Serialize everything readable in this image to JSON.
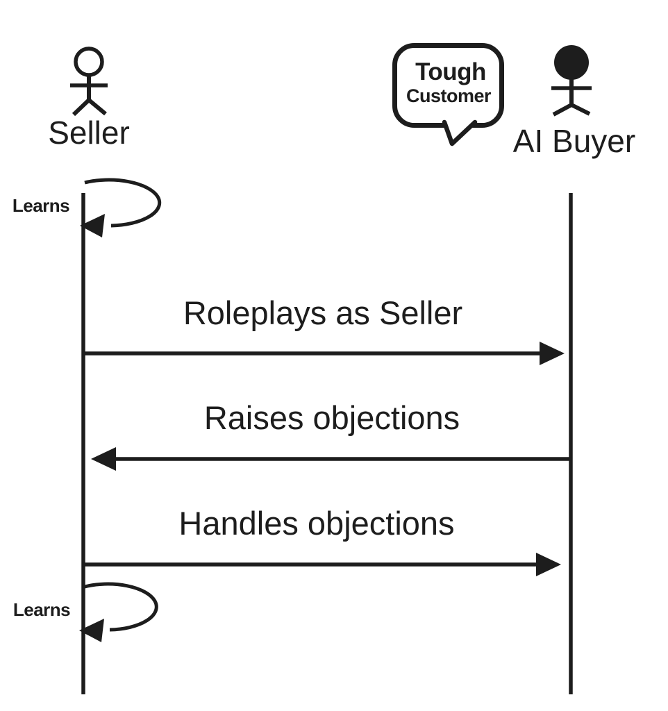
{
  "colors": {
    "ink": "#1d1d1d",
    "background": "#ffffff"
  },
  "sequence": {
    "actors": [
      {
        "id": "seller",
        "label": "Seller",
        "head_style": "outline"
      },
      {
        "id": "ai-buyer",
        "label": "AI Buyer",
        "head_style": "filled",
        "annotation_bubble": {
          "line1": "Tough",
          "line2": "Customer"
        }
      }
    ],
    "messages": [
      {
        "label": "Learns",
        "from": "seller",
        "to": "seller",
        "kind": "self-loop"
      },
      {
        "label": "Roleplays as Seller",
        "from": "seller",
        "to": "ai-buyer",
        "kind": "arrow-right"
      },
      {
        "label": "Raises objections",
        "from": "ai-buyer",
        "to": "seller",
        "kind": "arrow-left"
      },
      {
        "label": "Handles objections",
        "from": "seller",
        "to": "ai-buyer",
        "kind": "arrow-right"
      },
      {
        "label": "Learns",
        "from": "seller",
        "to": "seller",
        "kind": "self-loop"
      }
    ]
  }
}
